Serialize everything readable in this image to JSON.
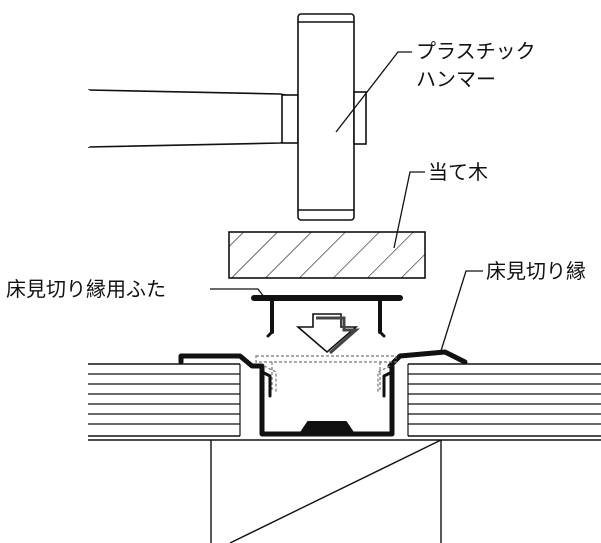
{
  "labels": {
    "hammer_line1": "プラスチック",
    "hammer_line2": "ハンマー",
    "wood_block": "当て木",
    "cover": "床見切り縁用ふた",
    "edge": "床見切り縁"
  },
  "colors": {
    "stroke": "#111111",
    "background": "#ffffff",
    "dashed_ghost": "#888888"
  }
}
